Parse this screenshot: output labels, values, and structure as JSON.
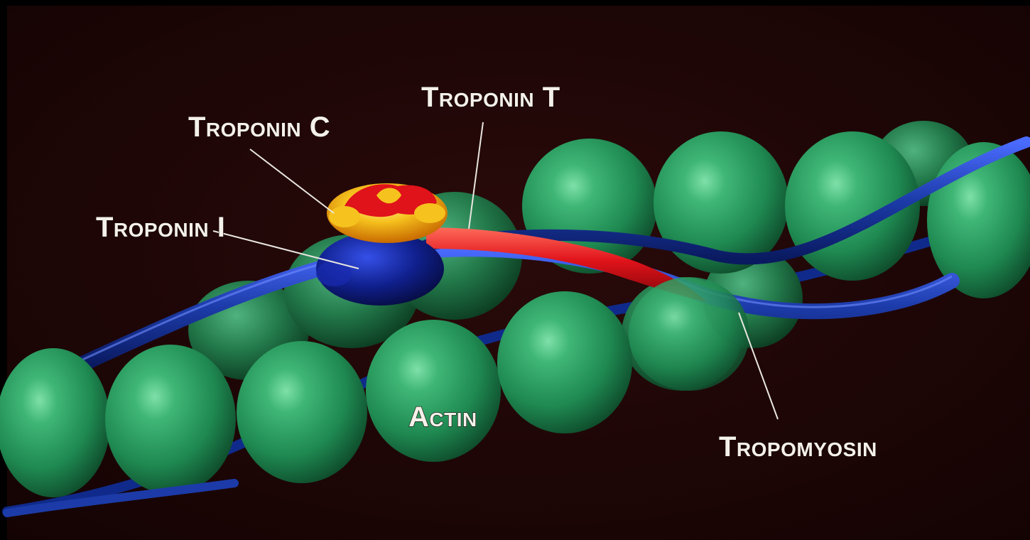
{
  "labels": {
    "troponin_t": "Troponin T",
    "troponin_c": "Troponin C",
    "troponin_i": "Troponin I",
    "actin": "Actin",
    "tropomyosin": "Tropomyosin"
  },
  "colors": {
    "background": "#200606",
    "actin": "#2e9a63",
    "tropomyosin": "#1c3ba8",
    "troponin_t": "#e0121a",
    "troponin_c": "#f6c21e",
    "troponin_i": "#10208e",
    "label_text": "#f4f1ea"
  }
}
